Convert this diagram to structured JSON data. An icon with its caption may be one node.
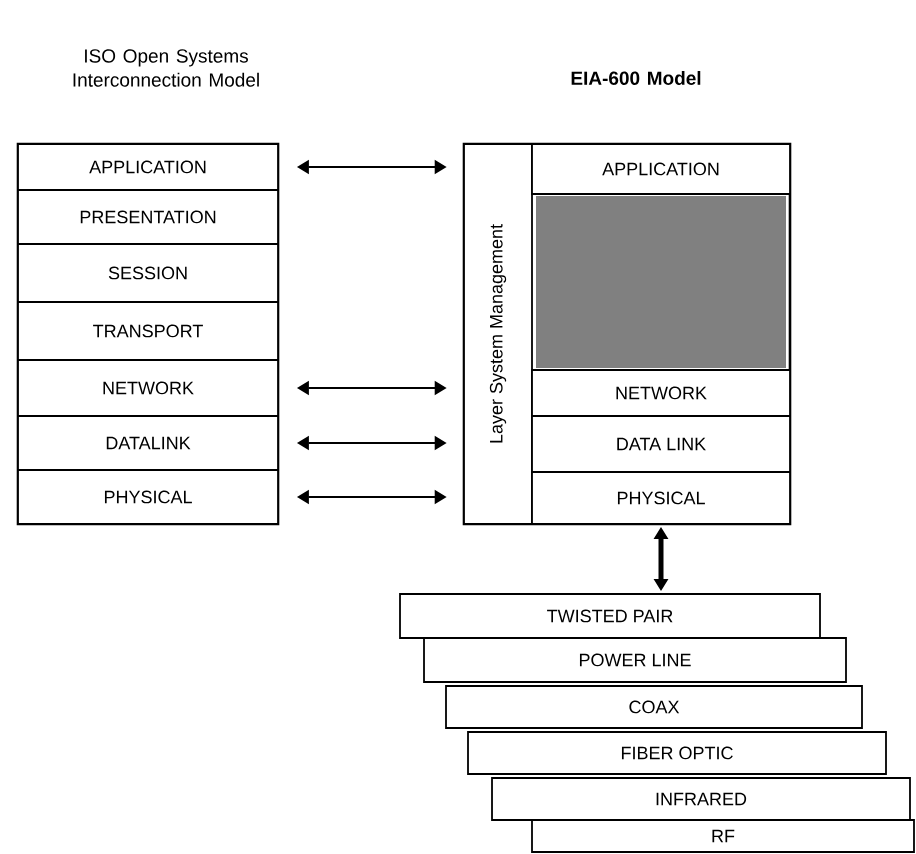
{
  "diagram": {
    "nodes": [
      {
        "text": [
          "ISO Open Systems Interconnection Model"
        ]
      },
      {
        "text": [
          "APPLICATION"
        ],
        "in": 0
      },
      {
        "text": [
          "PRESENTATION"
        ],
        "in": 0
      },
      {
        "text": [
          "SESSION"
        ],
        "in": 0
      },
      {
        "text": [
          "TRANSPORT"
        ],
        "in": 0
      },
      {
        "text": [
          "NETWORK"
        ],
        "in": 0
      },
      {
        "text": [
          "DATALINK"
        ],
        "in": 0
      },
      {
        "text": [
          "PHYSICAL"
        ],
        "in": 0
      },
      {
        "text": [
          "EIA-600 Model"
        ]
      },
      {
        "text": [
          "Layer System Management"
        ],
        "in": 8
      },
      {
        "text": [
          "APPLICATION"
        ],
        "in": 8
      },
      {
        "text": [],
        "shape": "box",
        "in": 8
      },
      {
        "text": [
          "NETWORK"
        ],
        "in": 8
      },
      {
        "text": [
          "DATA LINK"
        ],
        "in": 8
      },
      {
        "text": [
          "PHYSICAL"
        ],
        "in": 8
      },
      {
        "text": [
          "TWISTED PAIR"
        ]
      },
      {
        "text": [
          "POWER LINE"
        ]
      },
      {
        "text": [
          "COAX"
        ]
      },
      {
        "text": [
          "FIBER OPTIC"
        ]
      },
      {
        "text": [
          "INFRARED"
        ]
      },
      {
        "text": [
          "RF"
        ]
      }
    ],
    "edges": [
      {
        "from": 1,
        "to": 8,
        "arrow": "both"
      },
      {
        "from": 5,
        "to": 8,
        "arrow": "both"
      },
      {
        "from": 6,
        "to": 8,
        "arrow": "both"
      },
      {
        "from": 7,
        "to": 8,
        "arrow": "both"
      },
      {
        "from": 14,
        "to": 15,
        "arrow": "both",
        "style": "thick"
      }
    ]
  }
}
